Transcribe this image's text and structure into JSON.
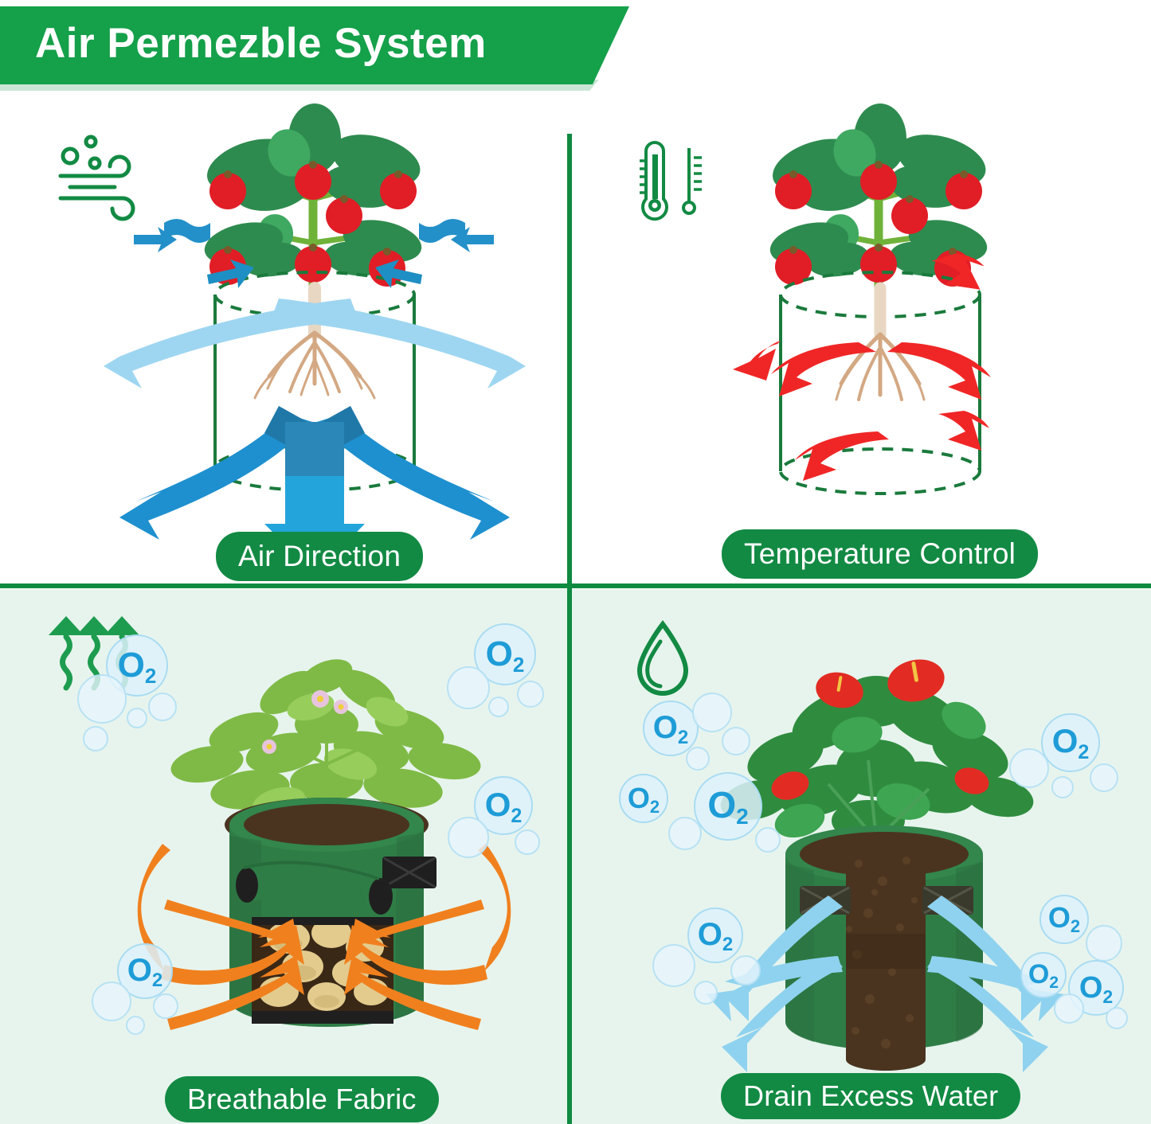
{
  "header": {
    "title": "Air Permezble System",
    "banner_color": "#15a04a",
    "banner_text_color": "#ffffff"
  },
  "theme": {
    "brand_green": "#128a43",
    "divider_green": "#0f8a41",
    "bottom_bg": "#e7f4ed",
    "top_bg": "#ffffff",
    "blue_arrow": "#2ba6dd",
    "blue_arrow_light": "#8ed2ef",
    "red_arrow": "#ef2b2b",
    "orange_arrow": "#f08020",
    "o2_blue": "#1e9cd7",
    "fabric_green": "#2c7a46",
    "soil_brown": "#4a3420"
  },
  "panels": [
    {
      "id": "air-direction",
      "label": "Air Direction",
      "icon": "wind-icon",
      "illustration": "dashed-cylinder-with-roots-and-blue-airflow-arrows",
      "plant": "tomato-plant",
      "arrow_color": "#2ba6dd",
      "background": "#ffffff"
    },
    {
      "id": "temperature-control",
      "label": "Temperature Control",
      "icon": "thermometer-icon",
      "illustration": "dashed-cylinder-with-roots-and-red-circulation-arrows",
      "plant": "tomato-plant",
      "arrow_color": "#ef2b2b",
      "background": "#ffffff"
    },
    {
      "id": "breathable-fabric",
      "label": "Breathable Fabric",
      "icon": "breathable-arrows-icon",
      "illustration": "green-fabric-grow-bag-with-velcro-flap-and-potatoes",
      "plant": "potato-plant",
      "arrow_color": "#f08020",
      "bubble_label": "O",
      "bubble_sub": "2",
      "background": "#e7f4ed"
    },
    {
      "id": "drain-excess-water",
      "label": "Drain Excess Water",
      "icon": "water-drop-icon",
      "illustration": "grow-bag-cutaway-soil-column-with-blue-airflow-arrows",
      "plant": "anthurium-plant",
      "arrow_color": "#8ed2ef",
      "bubble_label": "O",
      "bubble_sub": "2",
      "background": "#e7f4ed"
    }
  ],
  "bubbles": {
    "formula_main": "O",
    "formula_sub": "2"
  }
}
